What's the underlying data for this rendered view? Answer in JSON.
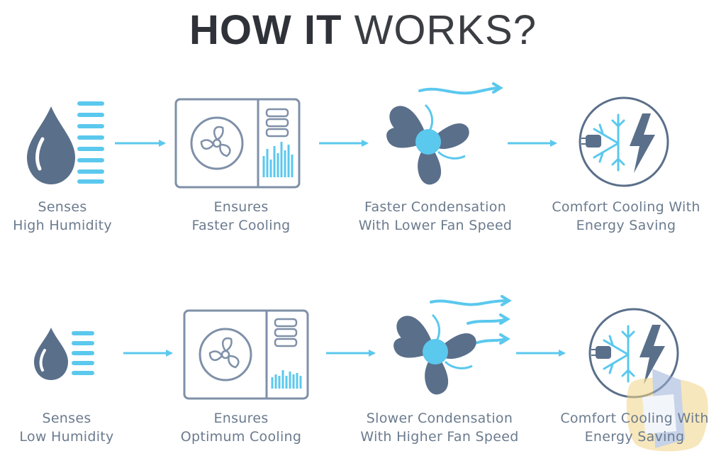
{
  "title": {
    "bold": "HOW IT",
    "light": "WORKS?"
  },
  "colors": {
    "accent": "#5bc8ee",
    "icon_dark": "#5a6f8a",
    "icon_light": "#7f90a8",
    "caption": "#6b7b8e",
    "title": "#2f3238"
  },
  "rows": [
    {
      "steps": [
        {
          "icon": "water-drop-icon",
          "line1": "Senses",
          "line2": "High Humidity"
        },
        {
          "icon": "ac-unit-icon",
          "line1": "Ensures",
          "line2": "Faster Cooling"
        },
        {
          "icon": "fan-icon",
          "line1": "Faster Condensation",
          "line2": "With Lower Fan Speed"
        },
        {
          "icon": "snowflake-lightning-icon",
          "line1": "Comfort Cooling With",
          "line2": "Energy Saving"
        }
      ]
    },
    {
      "steps": [
        {
          "icon": "water-drop-icon",
          "line1": "Senses",
          "line2": "Low Humidity"
        },
        {
          "icon": "ac-unit-icon",
          "line1": "Ensures",
          "line2": "Optimum Cooling"
        },
        {
          "icon": "fan-icon",
          "line1": "Slower Condensation",
          "line2": "With Higher Fan Speed"
        },
        {
          "icon": "snowflake-lightning-icon",
          "line1": "Comfort Cooling With",
          "line2": "Energy Saving"
        }
      ]
    }
  ]
}
